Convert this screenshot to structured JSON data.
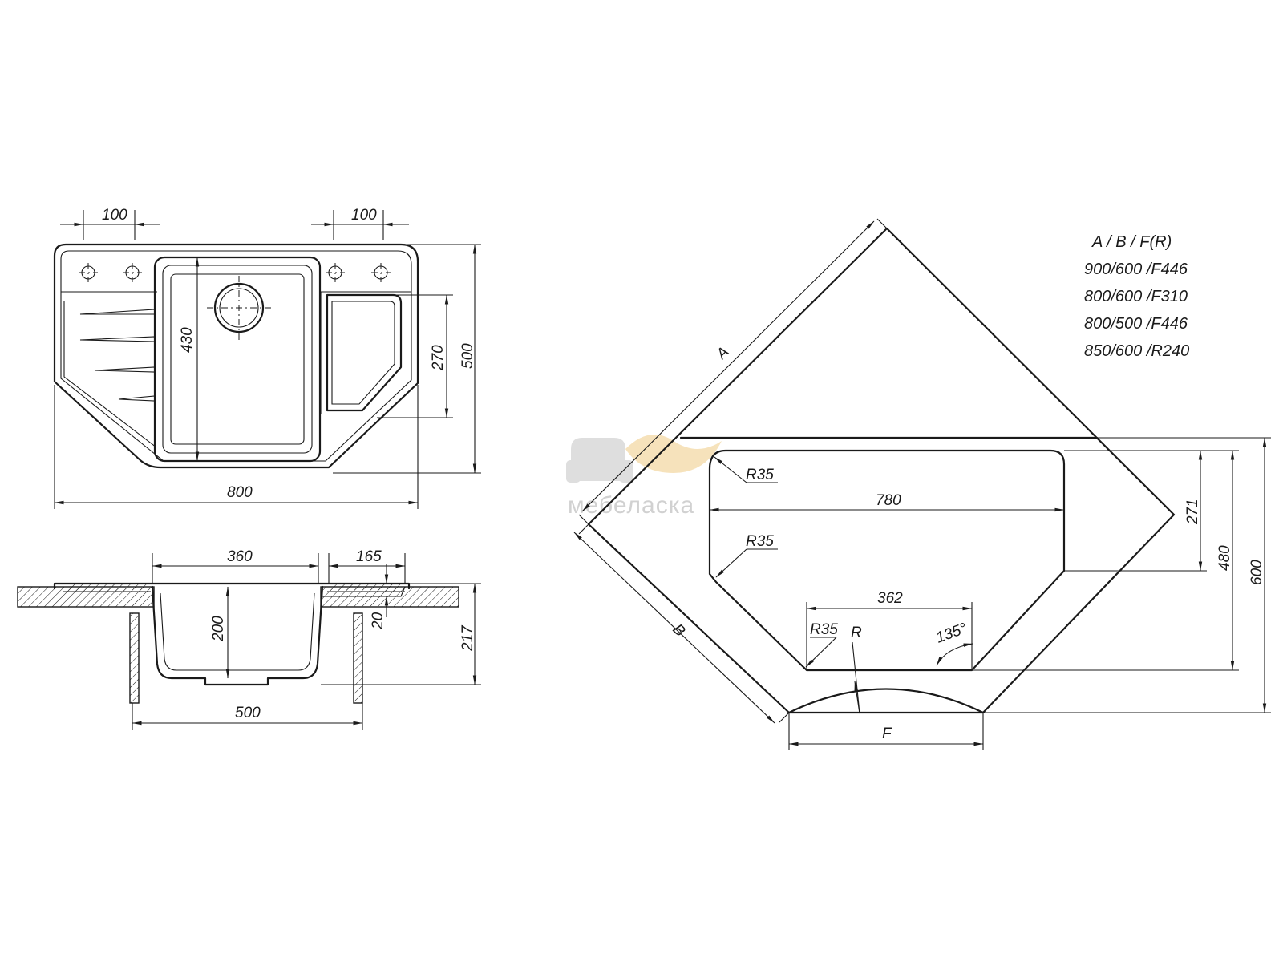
{
  "top_view": {
    "dim_hole_offset_left": "100",
    "dim_hole_offset_right": "100",
    "dim_bowl_depth": "430",
    "dim_small_bowl_depth": "270",
    "dim_depth": "500",
    "dim_width": "800"
  },
  "section_view": {
    "dim_bowl_width": "360",
    "dim_small_bowl_width": "165",
    "dim_bowl_height": "200",
    "dim_small_bowl_height": "20",
    "dim_total_height": "217",
    "dim_cabinet_width": "500"
  },
  "corner_view": {
    "label_a": "A",
    "label_b": "B",
    "label_f": "F",
    "label_r": "R",
    "dim_cutout_width": "780",
    "dim_bottom_width": "362",
    "dim_radius_1": "R35",
    "dim_radius_2": "R35",
    "dim_radius_3": "R35",
    "dim_angle": "135°",
    "dim_271": "271",
    "dim_480": "480",
    "dim_600": "600"
  },
  "legend": {
    "header": "A  /  B  /  F(R)",
    "rows": [
      "900/600 /F446",
      "800/600 /F310",
      "800/500 /F446",
      "850/600 /R240"
    ]
  },
  "watermark": {
    "text": "мебеласка"
  },
  "colors": {
    "line": "#1a1a1a",
    "background": "#ffffff",
    "watermark": "#c9c9c9",
    "watermark_accent": "#f5deb0"
  }
}
